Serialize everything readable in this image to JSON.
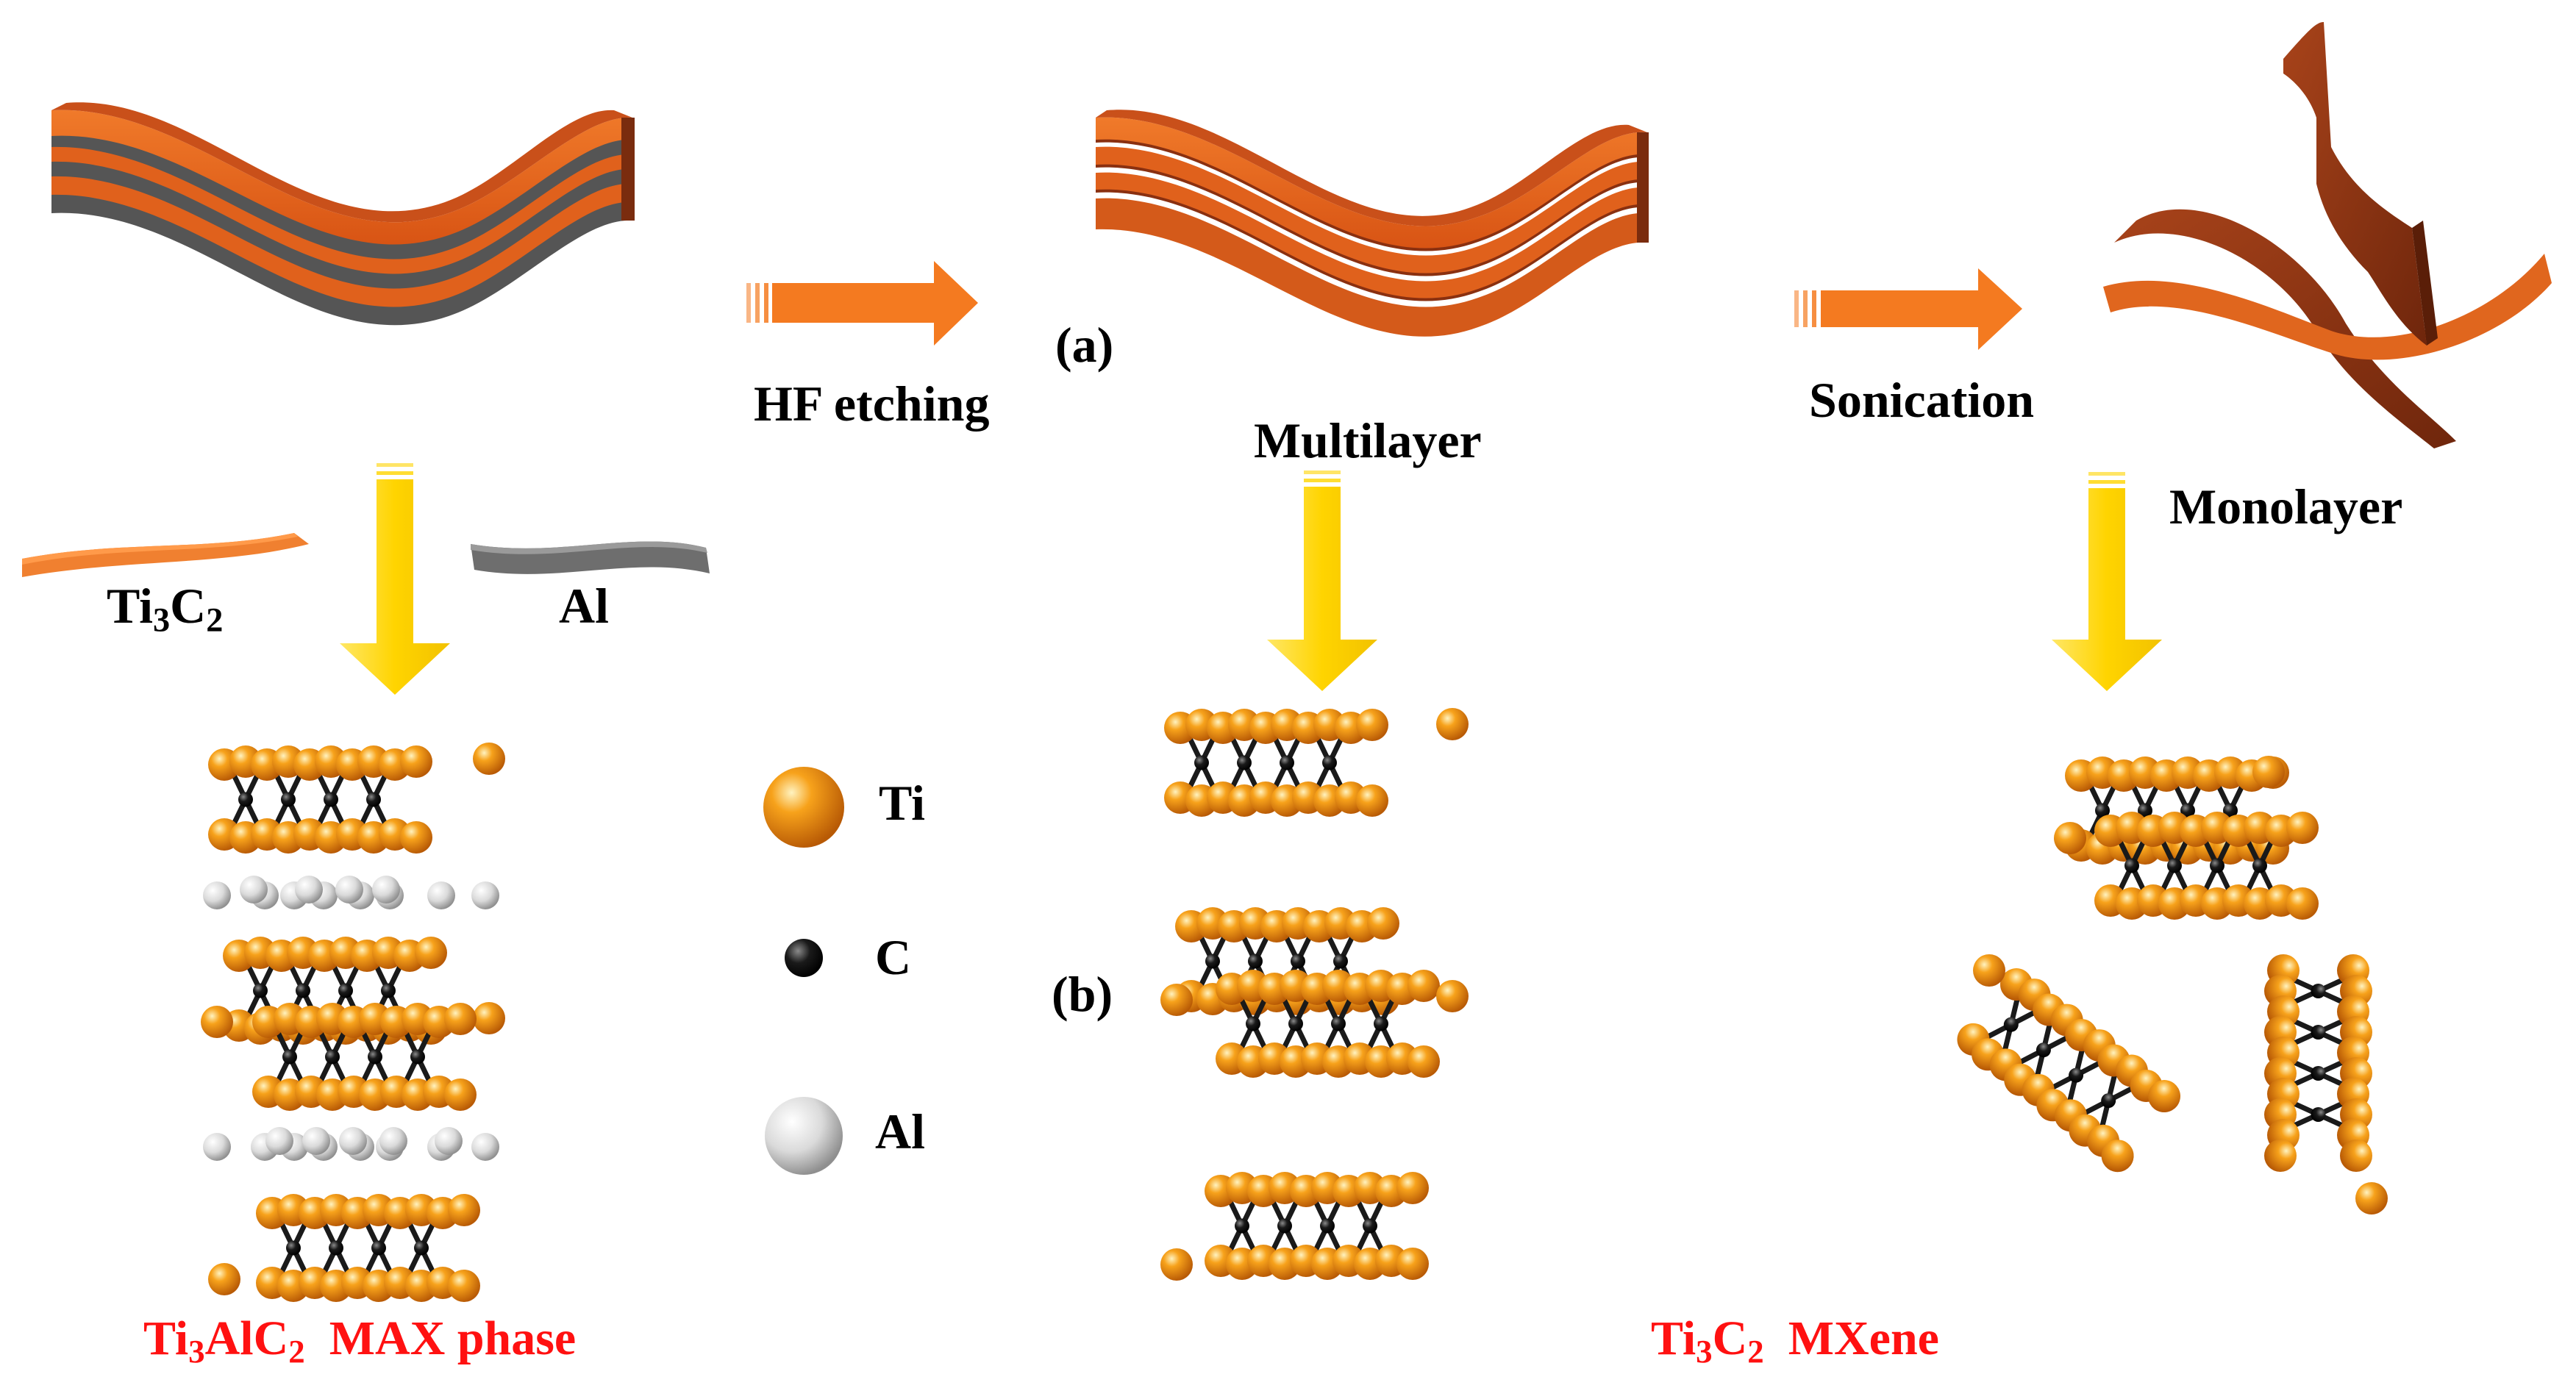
{
  "labels": {
    "panel_a": "(a)",
    "panel_b": "(b)",
    "hf_etching": "HF etching",
    "sonication": "Sonication",
    "multilayer": "Multilayer",
    "monolayer": "Monolayer",
    "ti3c2_small": {
      "a": "Ti",
      "b": "3",
      "c": "C",
      "d": "2"
    },
    "al_small": "Al",
    "legend_ti": "Ti",
    "legend_c": "C",
    "legend_al": "Al",
    "max_phase": {
      "a": "Ti",
      "b": "3",
      "c": "AlC",
      "d": "2",
      "e": "  MAX phase"
    },
    "mxene": {
      "a": "Ti",
      "b": "3",
      "c": "C",
      "d": "2",
      "e": "  MXene"
    }
  },
  "colors": {
    "ribbon_orange": "#e8641e",
    "ribbon_dark": "#8c3412",
    "al_gray": "#6e6e6e",
    "process_arrow": "#f47a20",
    "structure_arrow": "#ffd200",
    "ti_atom": "#f08a10",
    "c_atom": "#111111",
    "al_atom": "#d8d8d8",
    "caption_red": "#ff1111"
  },
  "legend": [
    {
      "atom": "Ti",
      "icon": "orange-sphere"
    },
    {
      "atom": "C",
      "icon": "black-sphere"
    },
    {
      "atom": "Al",
      "icon": "gray-sphere"
    }
  ]
}
